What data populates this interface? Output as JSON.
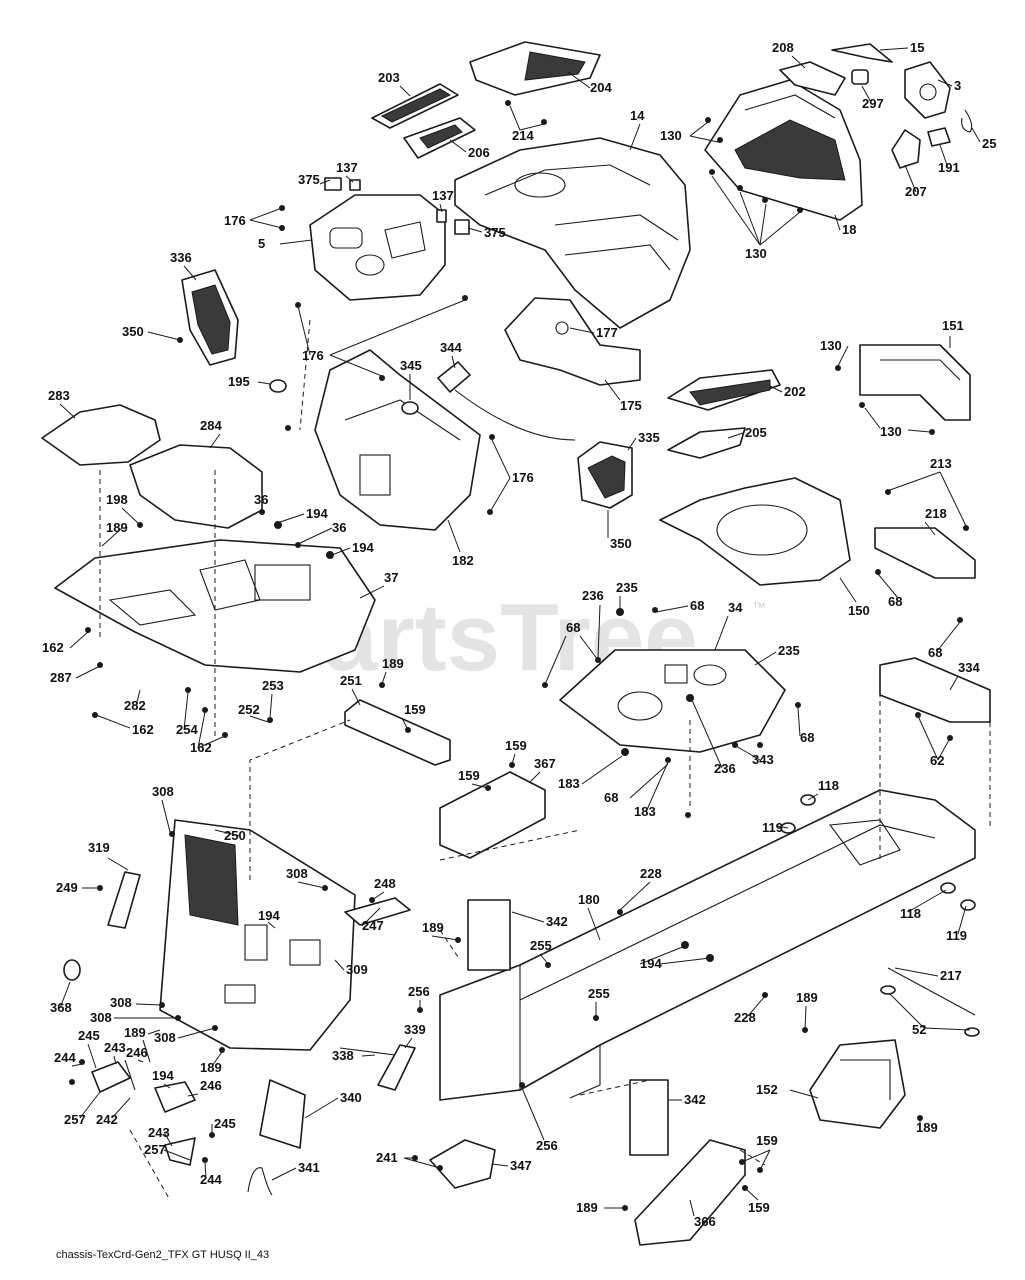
{
  "watermark": {
    "text": "PartsTree",
    "trademark": "™"
  },
  "caption": "chassis-TexCrd-Gen2_TFX GT HUSQ II_43",
  "callouts": [
    "15",
    "208",
    "3",
    "297",
    "25",
    "191",
    "207",
    "130",
    "14",
    "18",
    "203",
    "204",
    "214",
    "206",
    "137",
    "375",
    "176",
    "5",
    "336",
    "350",
    "177",
    "175",
    "151",
    "202",
    "344",
    "345",
    "195",
    "205",
    "335",
    "283",
    "284",
    "198",
    "189",
    "36",
    "194",
    "37",
    "182",
    "213",
    "218",
    "150",
    "68",
    "235",
    "236",
    "34",
    "162",
    "287",
    "282",
    "254",
    "253",
    "251",
    "252",
    "159",
    "367",
    "183",
    "343",
    "334",
    "62",
    "118",
    "119",
    "308",
    "250",
    "319",
    "249",
    "248",
    "247",
    "342",
    "180",
    "228",
    "255",
    "309",
    "368",
    "256",
    "217",
    "52",
    "339",
    "338",
    "245",
    "243",
    "244",
    "246",
    "242",
    "257",
    "340",
    "152",
    "241",
    "347",
    "341",
    "366"
  ]
}
